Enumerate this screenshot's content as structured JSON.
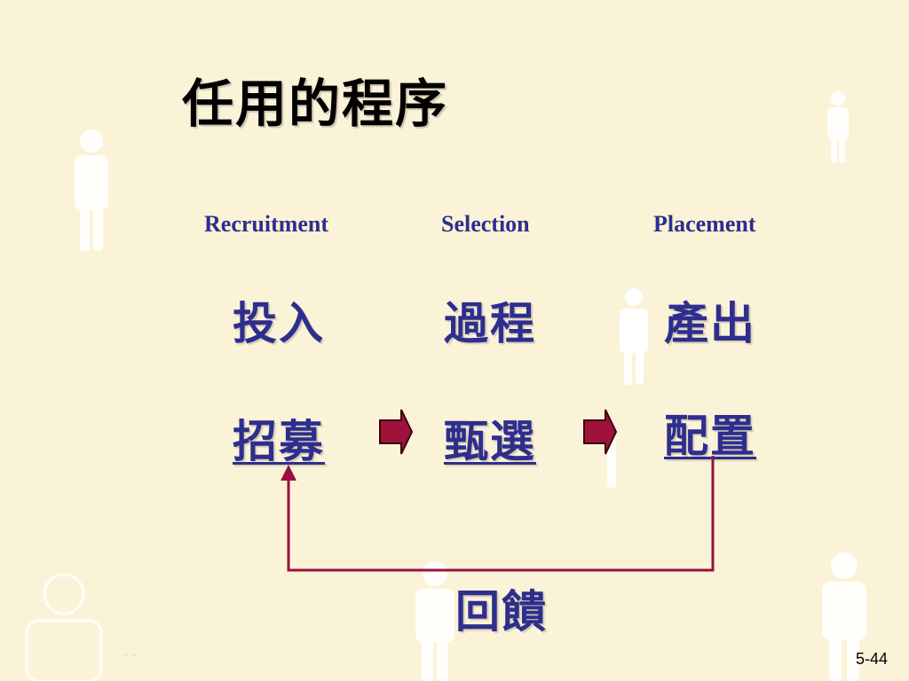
{
  "title": "任用的程序",
  "stages": [
    {
      "english": "Recruitment",
      "role": "投入",
      "step": "招募"
    },
    {
      "english": "Selection",
      "role": "過程",
      "step": "甄選"
    },
    {
      "english": "Placement",
      "role": "產出",
      "step": "配置"
    }
  ],
  "feedback_label": "回饋",
  "page_number": "5-44",
  "footer_dots": "·· ··",
  "colors": {
    "background": "#fbf3d8",
    "text_blue": "#2e2e8e",
    "arrow_red": "#a0123a",
    "feedback_line": "#9b1040",
    "figure": "#ffffff"
  }
}
